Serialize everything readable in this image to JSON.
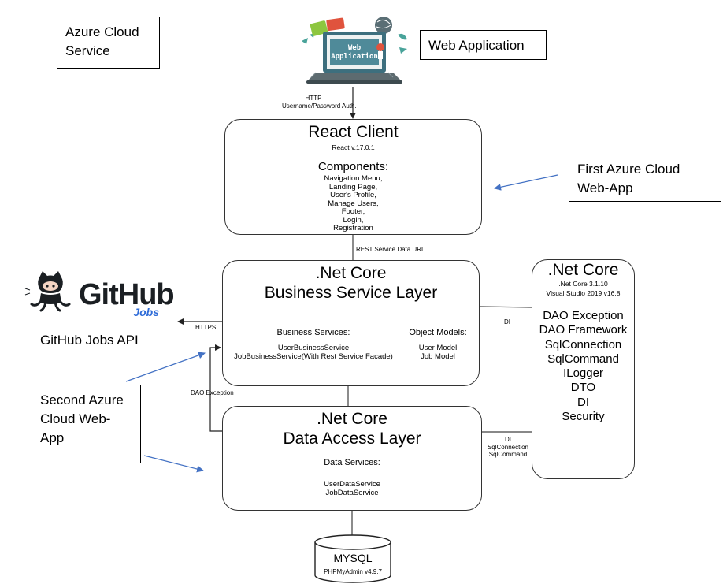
{
  "notes": {
    "azure_cloud_service": "Azure Cloud Service",
    "web_application": "Web Application",
    "first_azure": "First Azure Cloud Web-App",
    "github_jobs_api": "GitHub Jobs API",
    "second_azure": "Second Azure Cloud Web-App"
  },
  "web_app_illustration": {
    "caption_line1": "Web",
    "caption_line2": "Application"
  },
  "github_logo": {
    "wordmark": "GitHub",
    "sub": "Jobs"
  },
  "connections": {
    "http": "HTTP",
    "auth": "Username/Password Auth.",
    "rest": "REST Service Data URL",
    "https": "HTTPS",
    "dao_exception": "DAO Exception",
    "di_upper": "DI",
    "di_lower": "DI",
    "sqlconnection": "SqlConnection",
    "sqlcommand": "SqlCommand"
  },
  "react_client": {
    "title": "React Client",
    "version": "React v.17.0.1",
    "components_heading": "Components:",
    "components": [
      "Navigation Menu,",
      "Landing Page,",
      "User's Profile,",
      "Manage Users,",
      "Footer,",
      "Login,",
      "Registration"
    ]
  },
  "business_layer": {
    "title_line1": ".Net Core",
    "title_line2": "Business Service Layer",
    "services_heading": "Business Services:",
    "services": [
      "UserBusinessService",
      "JobBusinessService(With Rest Service Facade)"
    ],
    "models_heading": "Object Models:",
    "models": [
      "User Model",
      "Job Model"
    ]
  },
  "data_layer": {
    "title_line1": ".Net Core",
    "title_line2": "Data Access Layer",
    "services_heading": "Data Services:",
    "services": [
      "UserDataService",
      "JobDataService"
    ]
  },
  "netcore_side": {
    "title": ".Net Core",
    "version": ".Net Core 3.1.10",
    "ide": "Visual Studio 2019 v16.8",
    "items": [
      "DAO Exception",
      "DAO Framework",
      "SqlConnection",
      "SqlCommand",
      "ILogger",
      "DTO",
      "DI",
      "Security"
    ]
  },
  "mysql": {
    "title": "MYSQL",
    "version": "PHPMyAdmin v4.9.7"
  },
  "colors": {
    "blue_arrow": "#4472C4",
    "line": "#404040",
    "monitor": "#3d6f7e",
    "github_dark": "#1b1f23",
    "github_blue": "#2f6cd8"
  }
}
